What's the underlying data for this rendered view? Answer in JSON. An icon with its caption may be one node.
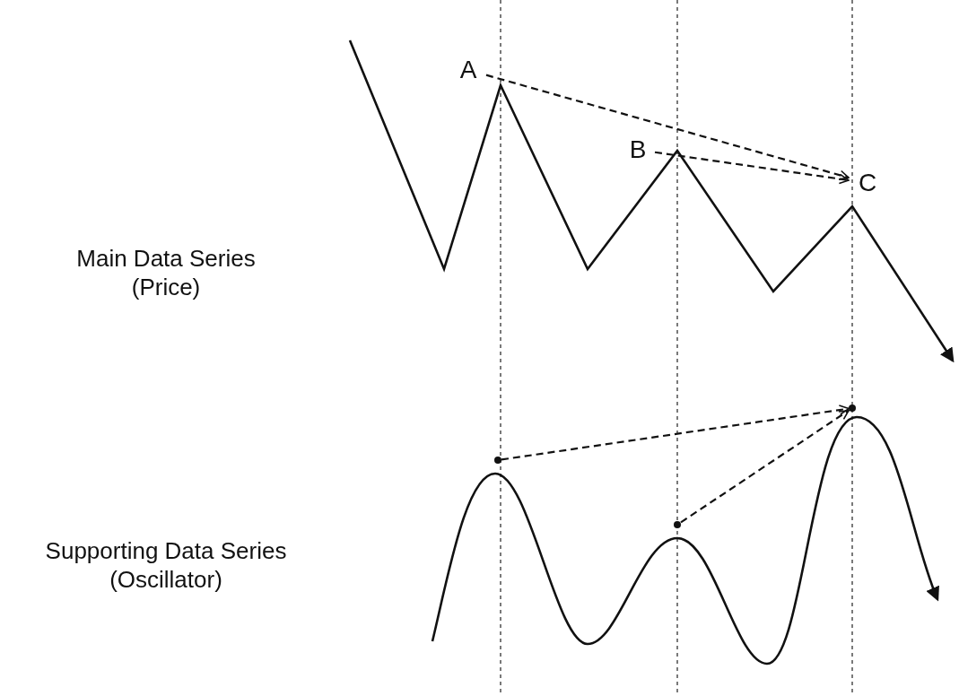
{
  "diagram": {
    "nodes": [
      {
        "text": [
          "A"
        ]
      },
      {
        "text": [
          "B"
        ]
      },
      {
        "text": [
          "C"
        ]
      },
      {
        "text": [],
        "shape": "point"
      },
      {
        "text": [],
        "shape": "point"
      },
      {
        "text": [],
        "shape": "point"
      }
    ],
    "edges": [
      {
        "from": 0,
        "to": 2,
        "arrow": "to",
        "style": "dashed"
      },
      {
        "from": 1,
        "to": 2,
        "arrow": "to",
        "style": "dashed"
      },
      {
        "from": 3,
        "to": 5,
        "arrow": "to",
        "style": "dashed"
      },
      {
        "from": 4,
        "to": 5,
        "arrow": "to",
        "style": "dashed"
      }
    ],
    "labels": [
      "Main Data Series (Price)",
      "Supporting Data Series (Oscillator)"
    ]
  }
}
